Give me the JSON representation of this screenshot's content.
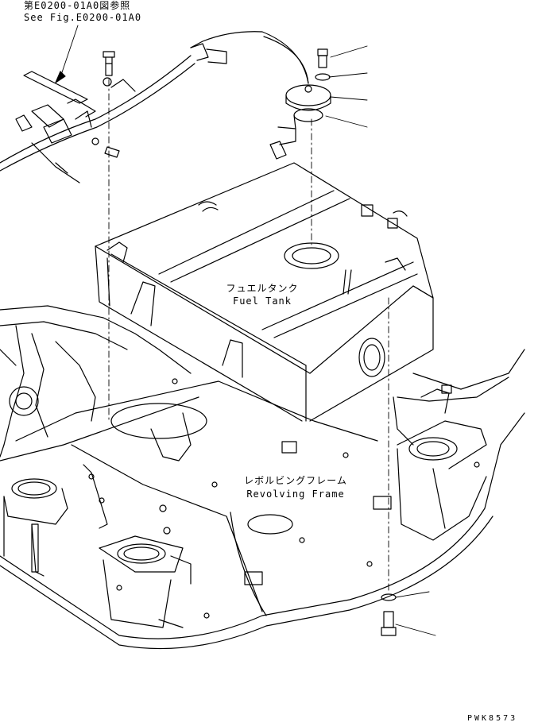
{
  "reference": {
    "line_jp": "第E0200-01A0図参照",
    "line_en": "See Fig.E0200-01A0"
  },
  "fuel_tank": {
    "label_jp": "フュエルタンク",
    "label_en": "Fuel Tank"
  },
  "revolving_frame": {
    "label_jp": "レボルビングフレーム",
    "label_en": "Revolving Frame"
  },
  "drawing_code": "PWK8573"
}
